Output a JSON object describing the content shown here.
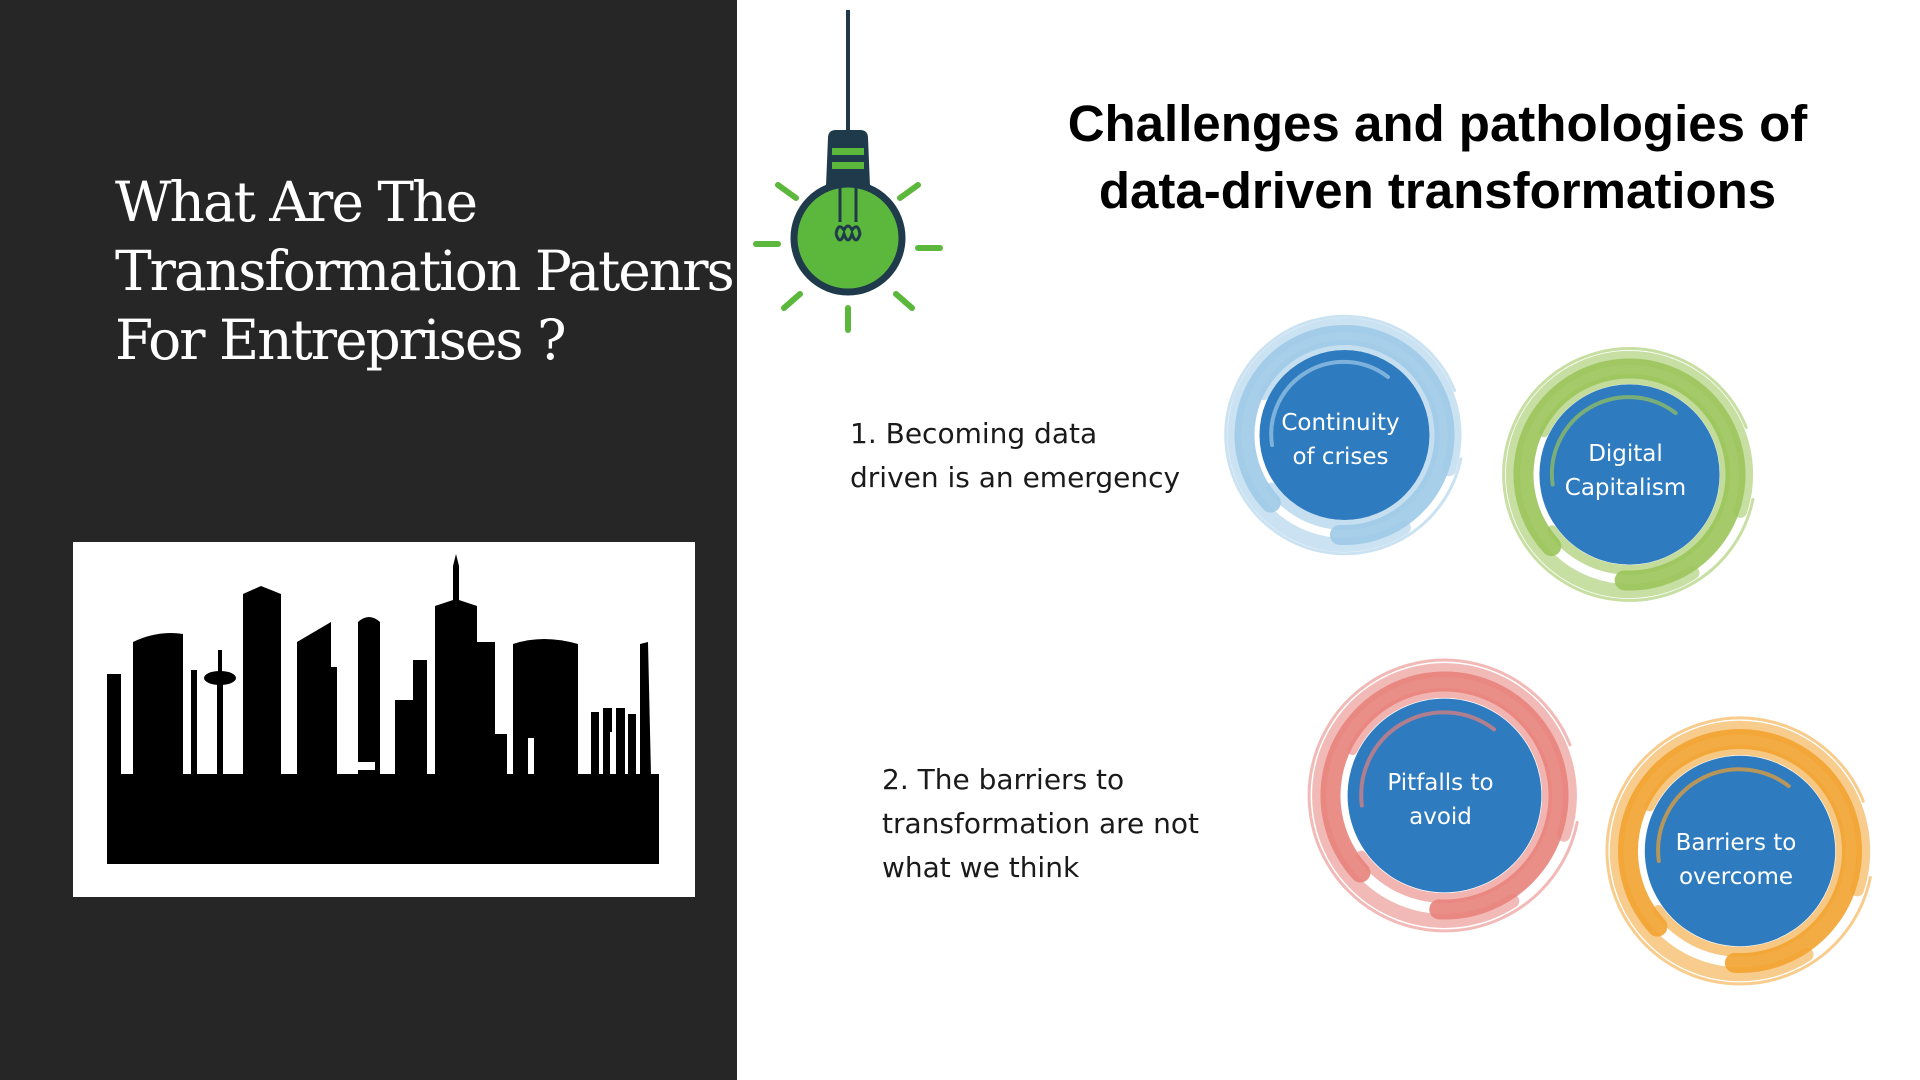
{
  "slide": {
    "left_title_lines": [
      "What Are The",
      "Transformation Patenrs",
      "For Entreprises ?"
    ],
    "heading_lines": [
      "Challenges and pathologies of",
      "data-driven transformations"
    ],
    "points": [
      {
        "lines": [
          "1. Becoming data",
          "driven is an emergency"
        ]
      },
      {
        "lines": [
          "2. The barriers to",
          "transformation are not",
          "what we think"
        ]
      }
    ],
    "swirls": [
      {
        "lines": [
          "Continuity",
          "of crises"
        ],
        "ring_color": "#9ecae7",
        "core_color": "#2e7bbf"
      },
      {
        "lines": [
          "Digital",
          "Capitalism"
        ],
        "ring_color": "#9bc45a",
        "core_color": "#2e7bbf"
      },
      {
        "lines": [
          "Pitfalls to",
          "avoid"
        ],
        "ring_color": "#e8827b",
        "core_color": "#2e7bbf"
      },
      {
        "lines": [
          "Barriers to",
          "overcome"
        ],
        "ring_color": "#f2a330",
        "core_color": "#2e7bbf"
      }
    ]
  },
  "theme": {
    "left_panel_bg": "#262626",
    "bulb_color": "#5cb83c",
    "bulb_dark": "#1f3a4a"
  },
  "icons": {
    "bulb": "lightbulb-icon",
    "skyline": "city-skyline-icon"
  }
}
